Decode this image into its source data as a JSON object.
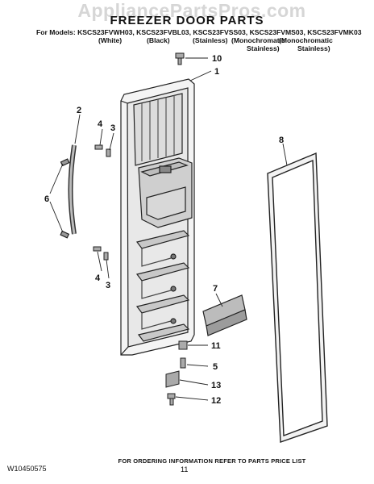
{
  "watermark": "AppliancePartsPros.com",
  "title": "FREEZER DOOR PARTS",
  "models_line": "For Models: KSCS23FVWH03, KSCS23FVBL03, KSCS23FVSS03, KSCS23FVMS03, KSCS23FVMK03",
  "variants": [
    {
      "line1": "(White)",
      "line2": ""
    },
    {
      "line1": "(Black)",
      "line2": ""
    },
    {
      "line1": "(Stainless)",
      "line2": ""
    },
    {
      "line1": "(Monochromatic",
      "line2": "Stainless)"
    },
    {
      "line1": "(Monochromatic",
      "line2": "Stainless)"
    }
  ],
  "callouts": [
    "10",
    "1",
    "2",
    "4",
    "3",
    "6",
    "8",
    "4",
    "3",
    "7",
    "11",
    "5",
    "13",
    "12"
  ],
  "footer_note": "FOR ORDERING INFORMATION REFER TO PARTS PRICE LIST",
  "doc_number": "W10450575",
  "page_number": "11"
}
